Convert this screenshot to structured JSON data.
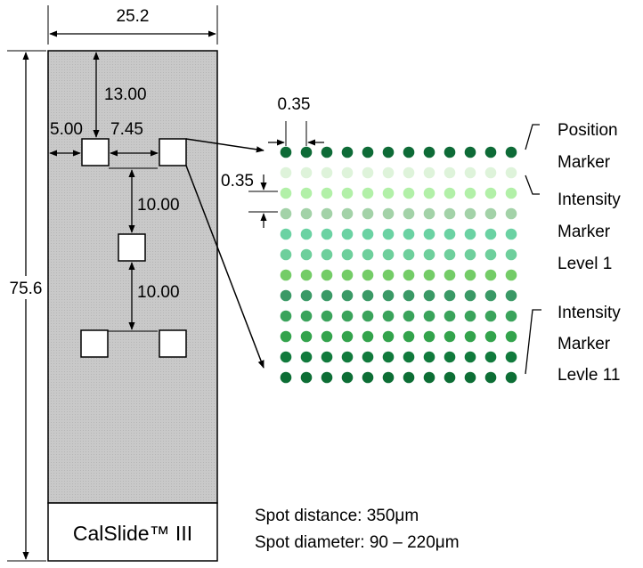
{
  "dimensions": {
    "slide_width": "25.2",
    "slide_height": "75.6",
    "top_offset": "13.00",
    "left_offset": "5.00",
    "horizontal_gap": "7.45",
    "vertical_gap_1": "10.00",
    "vertical_gap_2": "10.00",
    "spot_pitch_horizontal": "0.35",
    "spot_pitch_vertical": "0.35"
  },
  "brand": {
    "name": "CalSlide™ III"
  },
  "labels": {
    "position_marker_line1": "Position",
    "position_marker_line2": "Marker",
    "intensity_1_line1": "Intensity",
    "intensity_1_line2": "Marker",
    "intensity_1_line3": "Level 1",
    "intensity_11_line1": "Intensity",
    "intensity_11_line2": "Marker",
    "intensity_11_line3": "Levle 11"
  },
  "notes": {
    "spot_distance": "Spot distance: 350μm",
    "spot_diameter": "Spot diameter: 90  –  220μm"
  },
  "spot_grid": {
    "columns": 12,
    "row_colors": [
      "#0e6b37",
      "#def3da",
      "#b2f0a8",
      "#a3d2a8",
      "#6bd2a3",
      "#6ecf9c",
      "#74cc67",
      "#3a9966",
      "#3aa35b",
      "#33a34c",
      "#117a3c",
      "#0d6e35"
    ]
  },
  "colors": {
    "slide_fill": "#c6c6c6",
    "outline": "#000000"
  }
}
